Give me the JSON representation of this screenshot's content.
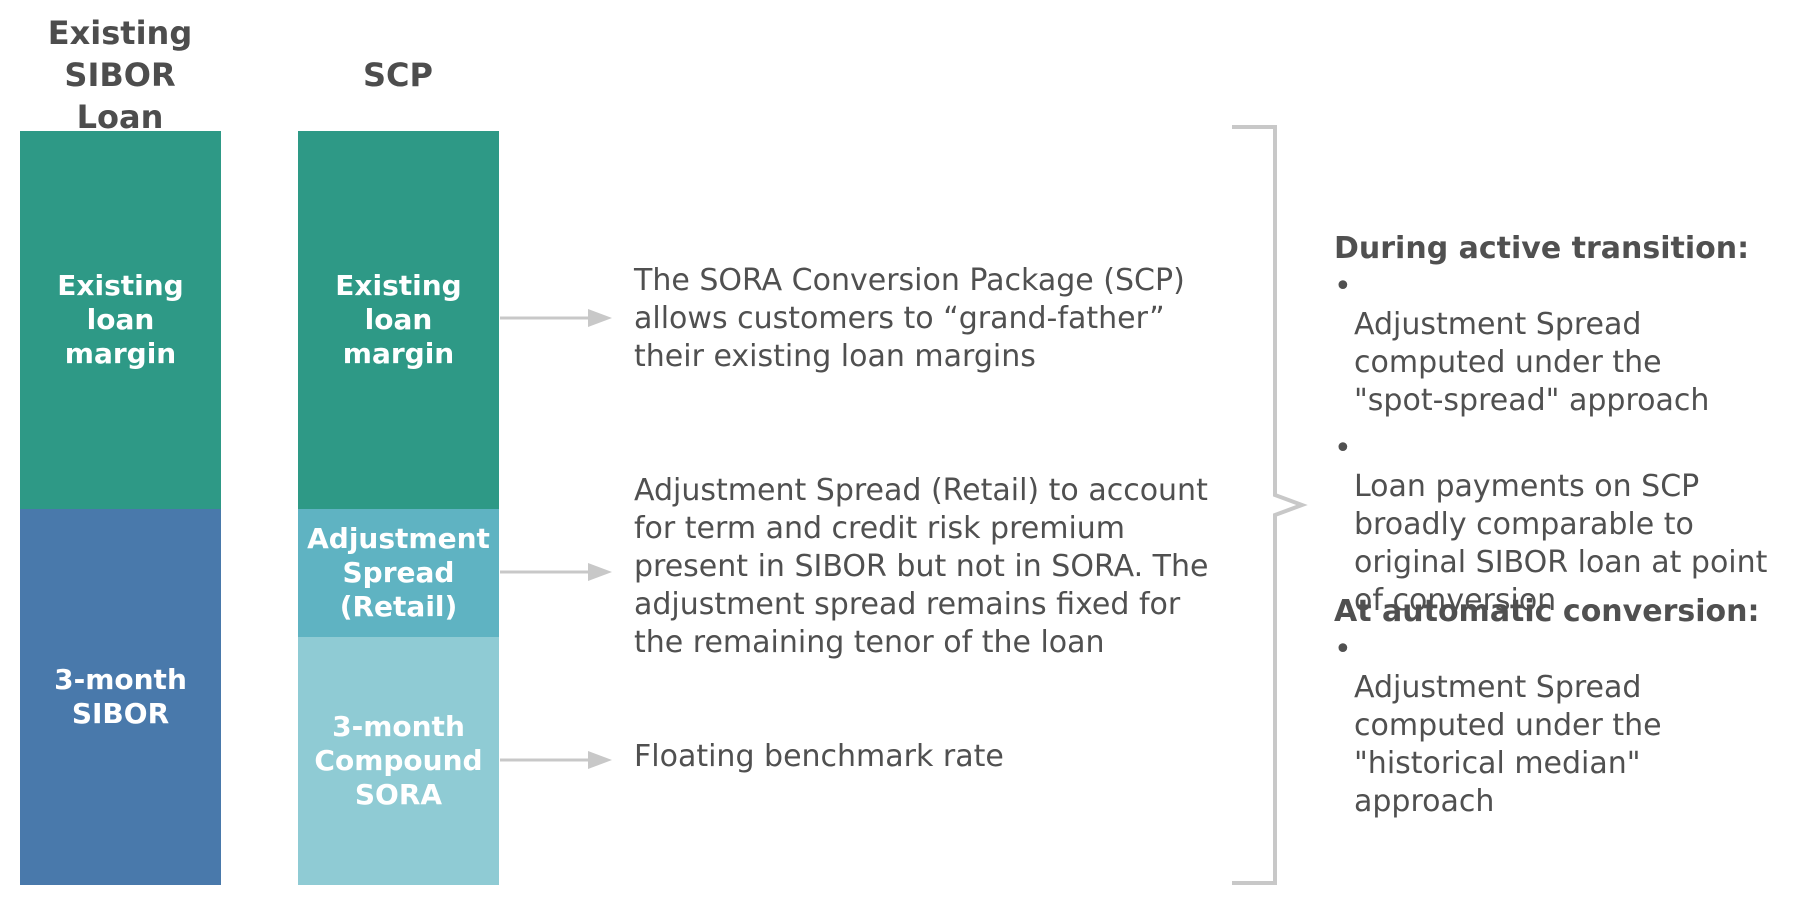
{
  "colors": {
    "existing_margin": "#2e9986",
    "sibor": "#4979ab",
    "adjustment_spread": "#5fb3c2",
    "compound_sora": "#8fcbd4",
    "connector": "#c8c8c8",
    "text": "#505050"
  },
  "columns": {
    "existing_loan": {
      "title": "Existing\nSIBOR Loan",
      "blocks": [
        {
          "label": "Existing\nloan\nmargin"
        },
        {
          "label": "3-month\nSIBOR"
        }
      ]
    },
    "scp": {
      "title": "SCP",
      "blocks": [
        {
          "label": "Existing\nloan\nmargin"
        },
        {
          "label": "Adjustment\nSpread\n(Retail)"
        },
        {
          "label": "3-month\nCompound\nSORA"
        }
      ]
    }
  },
  "descriptions": [
    {
      "text": "The SORA Conversion Package (SCP)\nallows customers to “grand-father”\ntheir existing loan margins"
    },
    {
      "text": "Adjustment Spread (Retail) to account\nfor term and credit risk premium\npresent in SIBOR but not in SORA. The\nadjustment spread remains fixed for\nthe remaining tenor of the loan"
    },
    {
      "text": "Floating benchmark rate"
    }
  ],
  "side_notes": [
    {
      "heading": "During active transition:",
      "bullet": "•",
      "items": [
        "Adjustment Spread\ncomputed under the\n\"spot-spread\" approach",
        "Loan payments on SCP\nbroadly comparable to\noriginal SIBOR loan at point\nof conversion"
      ]
    },
    {
      "heading": "At automatic conversion:",
      "bullet": "•",
      "items": [
        "Adjustment Spread\ncomputed under the\n\"historical median\"\napproach"
      ]
    }
  ]
}
